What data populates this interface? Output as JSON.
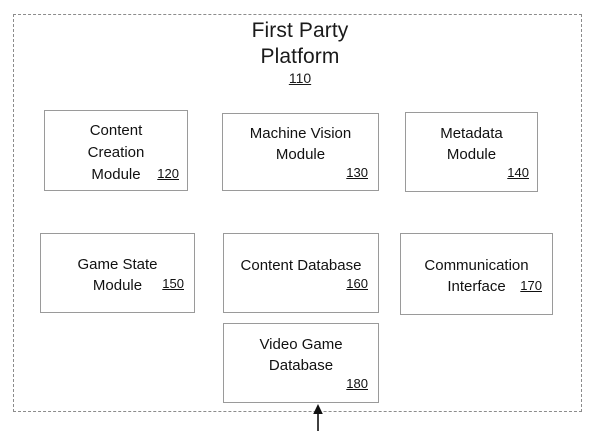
{
  "diagram": {
    "title_line1": "First Party",
    "title_line2": "Platform",
    "title_ref": "110",
    "boundary_style": "dashed",
    "arrow": {
      "name": "upward-arrow",
      "direction": "up",
      "label": ""
    },
    "colors": {
      "background": "#ffffff",
      "text": "#111111",
      "box_border": "#9a9a9a",
      "boundary_border": "#8c8c8c"
    },
    "boxes": [
      {
        "id": "content-creation",
        "label": "Content\nCreation\nModule",
        "ref": "120",
        "ref_placement": "inline-last-line"
      },
      {
        "id": "machine-vision",
        "label": "Machine Vision\nModule",
        "ref": "130",
        "ref_placement": "own-line"
      },
      {
        "id": "metadata",
        "label": "Metadata\nModule",
        "ref": "140",
        "ref_placement": "own-line"
      },
      {
        "id": "game-state",
        "label": "Game State\nModule",
        "ref": "150",
        "ref_placement": "inline-last-line"
      },
      {
        "id": "content-database",
        "label": "Content Database",
        "ref": "160",
        "ref_placement": "own-line"
      },
      {
        "id": "communication",
        "label": "Communication\nInterface",
        "ref": "170",
        "ref_placement": "inline-last-line"
      },
      {
        "id": "video-game-database",
        "label": "Video Game\nDatabase",
        "ref": "180",
        "ref_placement": "own-line"
      }
    ]
  }
}
